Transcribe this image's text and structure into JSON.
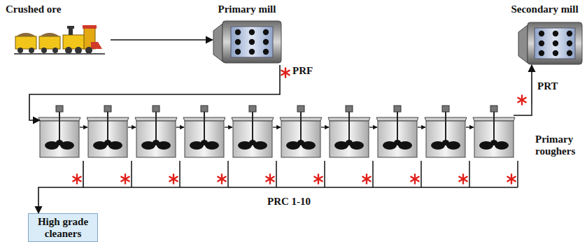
{
  "diagram": {
    "nodes": [
      {
        "text": [
          "Crushed ore"
        ]
      },
      {
        "text": [
          "Primary mill"
        ]
      },
      {
        "text": [
          "Secondary mill"
        ]
      },
      {
        "text": [
          "Primary roughers"
        ]
      },
      {
        "text": [
          "High grade cleaners"
        ]
      }
    ],
    "edges": [
      {
        "from": 0,
        "to": 1,
        "arrow": "to"
      },
      {
        "from": 1,
        "to": 3,
        "arrow": "to"
      },
      {
        "from": 3,
        "to": 2,
        "arrow": "to"
      },
      {
        "from": 3,
        "to": 4,
        "arrow": "to"
      }
    ],
    "labels": [
      "PRF",
      "PRT",
      "PRC 1-10"
    ]
  }
}
